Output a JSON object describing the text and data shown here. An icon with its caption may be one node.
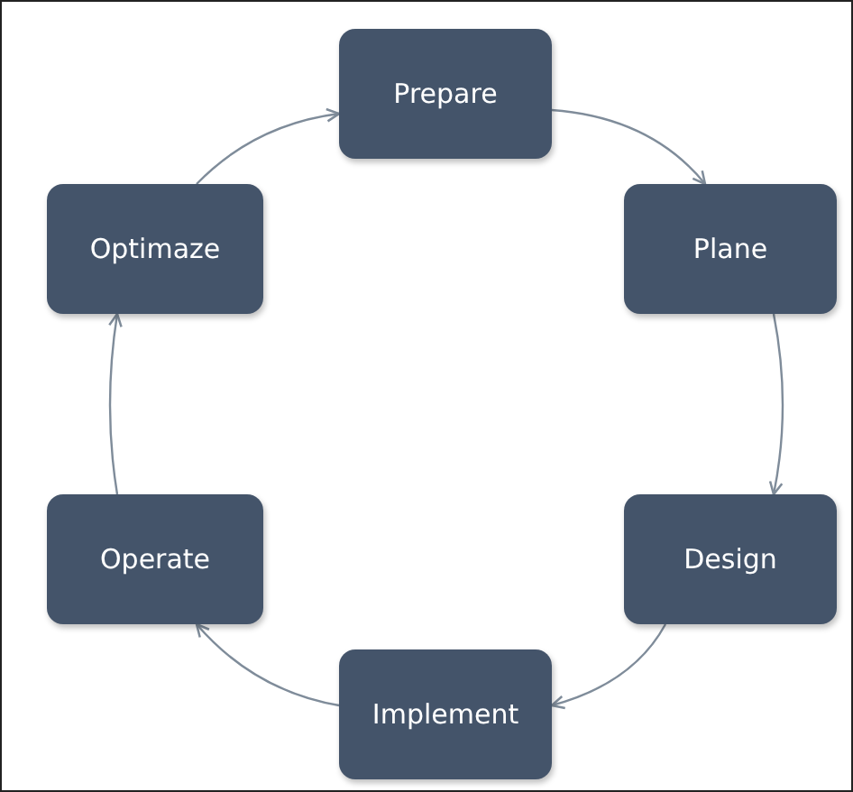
{
  "diagram": {
    "nodes": [
      {
        "text": [
          "Prepare"
        ]
      },
      {
        "text": [
          "Plane"
        ]
      },
      {
        "text": [
          "Design"
        ]
      },
      {
        "text": [
          "Implement"
        ]
      },
      {
        "text": [
          "Operate"
        ]
      },
      {
        "text": [
          "Optimaze"
        ]
      }
    ],
    "edges": [
      {
        "from": 0,
        "to": 1,
        "arrow": "to"
      },
      {
        "from": 1,
        "to": 2,
        "arrow": "to"
      },
      {
        "from": 2,
        "to": 3,
        "arrow": "to"
      },
      {
        "from": 3,
        "to": 4,
        "arrow": "to"
      },
      {
        "from": 4,
        "to": 5,
        "arrow": "to"
      },
      {
        "from": 5,
        "to": 0,
        "arrow": "to"
      }
    ]
  }
}
